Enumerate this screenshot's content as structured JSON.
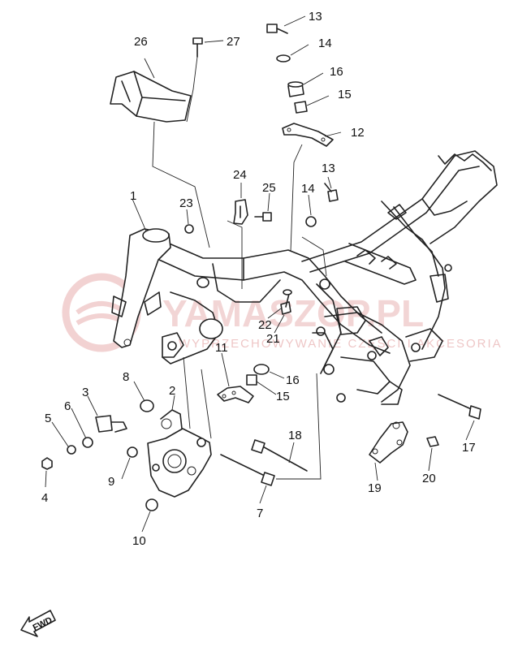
{
  "watermark": {
    "brand": "YAMASZOP.PL",
    "tagline": "WYPRZECHOWYWANIE CZĘŚCI I AKCESORIA",
    "color": "#e9b4b4"
  },
  "fwd_label": "FWD",
  "callouts": [
    {
      "n": "1"
    },
    {
      "n": "2"
    },
    {
      "n": "3"
    },
    {
      "n": "4"
    },
    {
      "n": "5"
    },
    {
      "n": "6"
    },
    {
      "n": "7"
    },
    {
      "n": "8"
    },
    {
      "n": "9"
    },
    {
      "n": "10"
    },
    {
      "n": "11"
    },
    {
      "n": "12"
    },
    {
      "n": "13"
    },
    {
      "n": "13"
    },
    {
      "n": "14"
    },
    {
      "n": "14"
    },
    {
      "n": "15"
    },
    {
      "n": "15"
    },
    {
      "n": "16"
    },
    {
      "n": "16"
    },
    {
      "n": "17"
    },
    {
      "n": "18"
    },
    {
      "n": "19"
    },
    {
      "n": "20"
    },
    {
      "n": "21"
    },
    {
      "n": "22"
    },
    {
      "n": "23"
    },
    {
      "n": "24"
    },
    {
      "n": "25"
    },
    {
      "n": "26"
    },
    {
      "n": "27"
    }
  ]
}
